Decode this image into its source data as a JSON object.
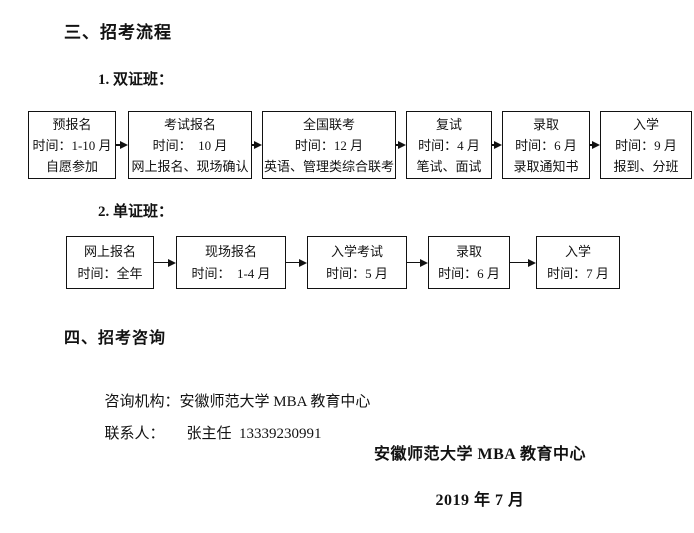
{
  "colors": {
    "text": "#121212",
    "background": "#ffffff",
    "border": "#121212"
  },
  "section_admission_process": {
    "heading": "三、招考流程",
    "dual_class": {
      "label": "1. 双证班：",
      "steps": [
        {
          "title": "预报名",
          "time": "时间：1-10 月",
          "note": "自愿参加"
        },
        {
          "title": "考试报名",
          "time": "时间：  10 月",
          "note": "网上报名、现场确认"
        },
        {
          "title": "全国联考",
          "time": "时间：12 月",
          "note": "英语、管理类综合联考"
        },
        {
          "title": "复试",
          "time": "时间：4 月",
          "note": "笔试、面试"
        },
        {
          "title": "录取",
          "time": "时间：6 月",
          "note": "录取通知书"
        },
        {
          "title": "入学",
          "time": "时间：9 月",
          "note": "报到、分班"
        }
      ]
    },
    "single_class": {
      "label": "2. 单证班：",
      "steps": [
        {
          "title": "网上报名",
          "time": "时间：全年"
        },
        {
          "title": "现场报名",
          "time": "时间：  1-4 月"
        },
        {
          "title": "入学考试",
          "time": "时间：5 月"
        },
        {
          "title": "录取",
          "time": "时间：6 月"
        },
        {
          "title": "入学",
          "time": "时间：7 月"
        }
      ]
    }
  },
  "section_consultation": {
    "heading": "四、招考咨询",
    "agency_label": "咨询机构：",
    "agency_value": "安徽师范大学 MBA 教育中心",
    "contact_label": "联系人：",
    "contact_value": "张主任  13339230991"
  },
  "footer": {
    "signature": "安徽师范大学 MBA 教育中心",
    "date": "2019 年 7 月"
  }
}
